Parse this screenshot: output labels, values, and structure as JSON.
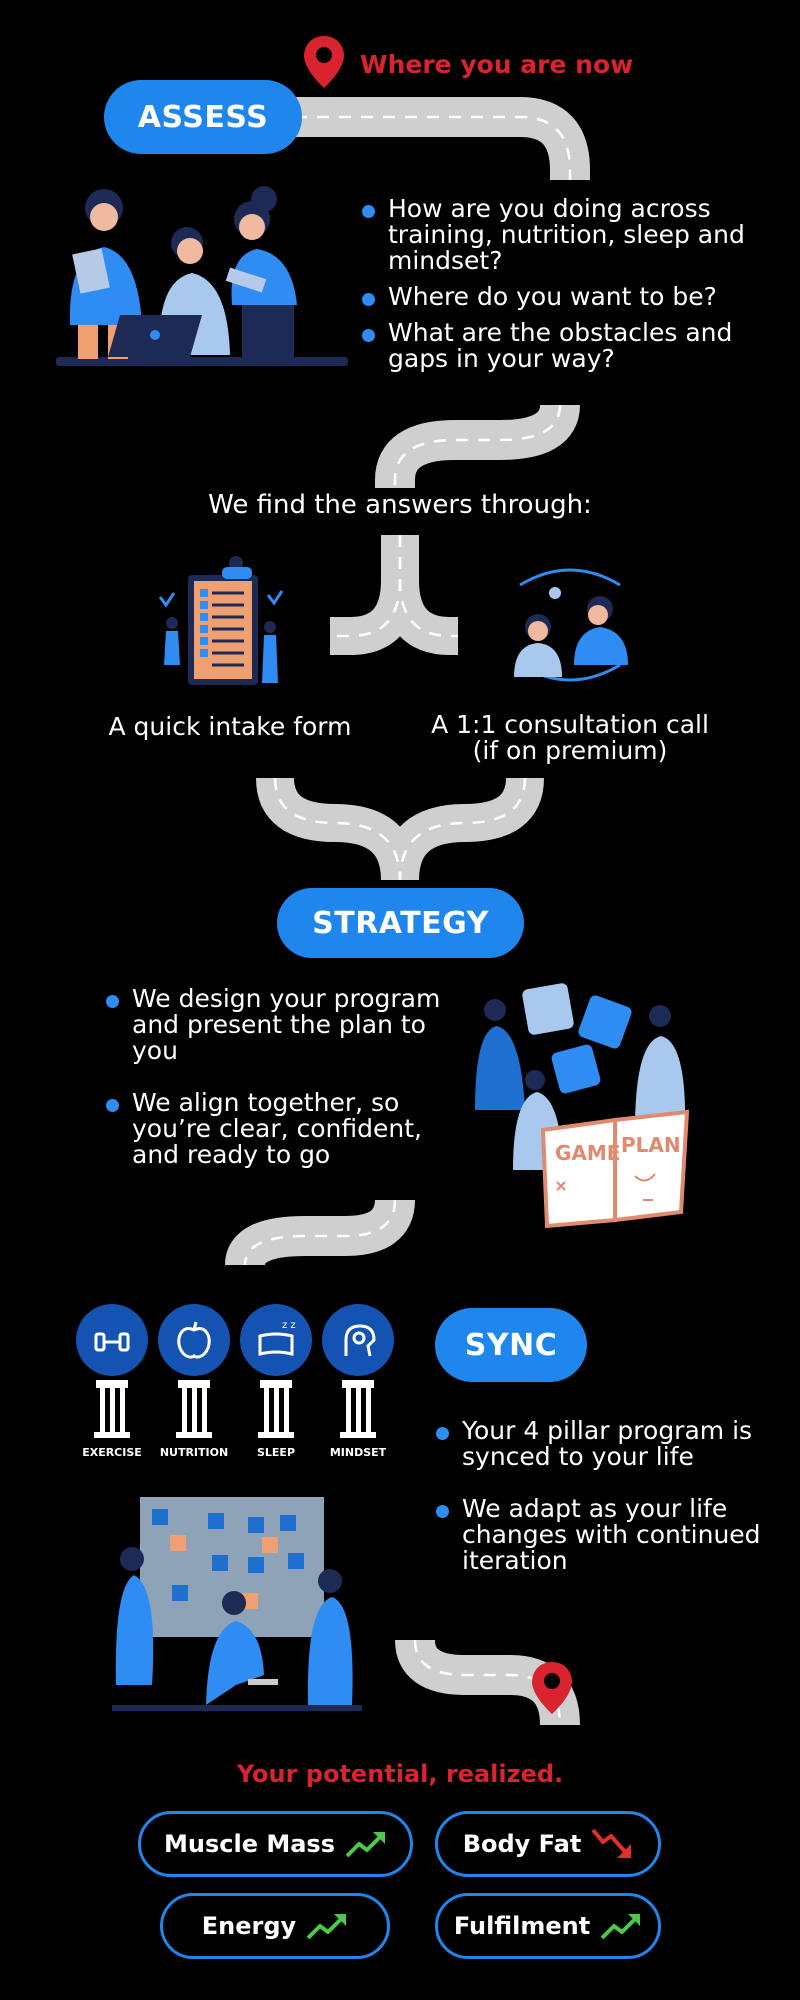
{
  "header": {
    "location_label": "Where you are now"
  },
  "assess": {
    "title": "ASSESS",
    "bullets": [
      "How are you doing across training, nutrition, sleep and mindset?",
      "Where do you want to be?",
      "What are the obstacles and gaps in your way?"
    ],
    "find_answers": "We find the answers through:",
    "option_left": "A quick intake form",
    "option_right_line1": "A 1:1 consultation call",
    "option_right_line2": "(if on premium)"
  },
  "strategy": {
    "title": "STRATEGY",
    "bullets": [
      "We design your program and present the plan to you",
      "We align together, so you’re clear, confident, and ready to go"
    ],
    "book_text_left": "GAME",
    "book_text_right": "PLAN"
  },
  "sync": {
    "title": "SYNC",
    "pillars": [
      "EXERCISE",
      "NUTRITION",
      "SLEEP",
      "MINDSET"
    ],
    "bullets": [
      "Your 4 pillar program is synced to your life",
      "We adapt as your life changes with continued iteration"
    ]
  },
  "footer": {
    "title": "Your potential, realized.",
    "stats": [
      {
        "label": "Muscle Mass",
        "trend": "up"
      },
      {
        "label": "Body Fat",
        "trend": "down"
      },
      {
        "label": "Energy",
        "trend": "up"
      },
      {
        "label": "Fulfilment",
        "trend": "up"
      }
    ]
  },
  "colors": {
    "accent_blue": "#1f86ee",
    "red": "#d9232f",
    "road": "#d9d9d9",
    "trend_up": "#4cc84a",
    "trend_down": "#e0302a"
  },
  "icons": [
    "map-pin-icon",
    "dumbbell-icon",
    "apple-icon",
    "pillow-icon",
    "brain-icon",
    "trend-up-icon",
    "trend-down-icon"
  ]
}
